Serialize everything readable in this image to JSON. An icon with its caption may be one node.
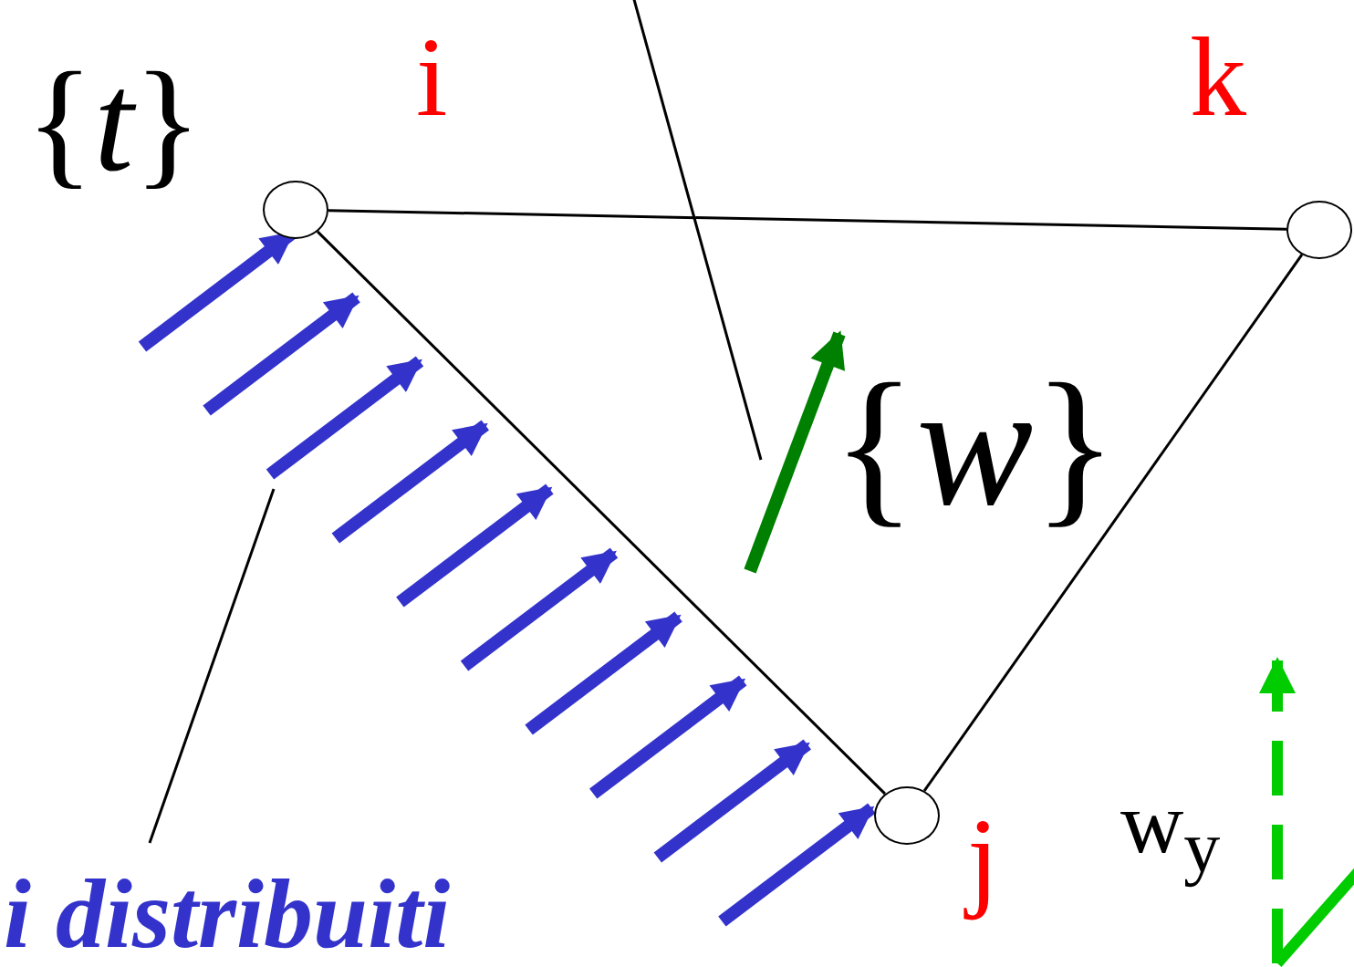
{
  "diagram": {
    "nodes": [
      {
        "text": [],
        "shape": "circle",
        "beside": [
          "i"
        ]
      },
      {
        "text": [],
        "shape": "circle",
        "beside": [
          "k"
        ]
      },
      {
        "text": [],
        "shape": "circle",
        "beside": [
          "j"
        ]
      },
      {
        "text": [],
        "shape": "arrow"
      },
      {
        "text": [
          "i distribuiti"
        ]
      },
      {
        "text": [],
        "shape": "arrow"
      }
    ],
    "edges": [
      {
        "from": 0,
        "to": 1,
        "arrow": "none"
      },
      {
        "from": 0,
        "to": 2,
        "arrow": "none"
      },
      {
        "from": 2,
        "to": 1,
        "arrow": "none"
      },
      {
        "from": null,
        "to": 5,
        "arrow": "none"
      },
      {
        "from": 4,
        "to": 3,
        "arrow": "none"
      }
    ],
    "labels": [
      "{t}",
      "{w}",
      "w$_{y}$"
    ]
  }
}
